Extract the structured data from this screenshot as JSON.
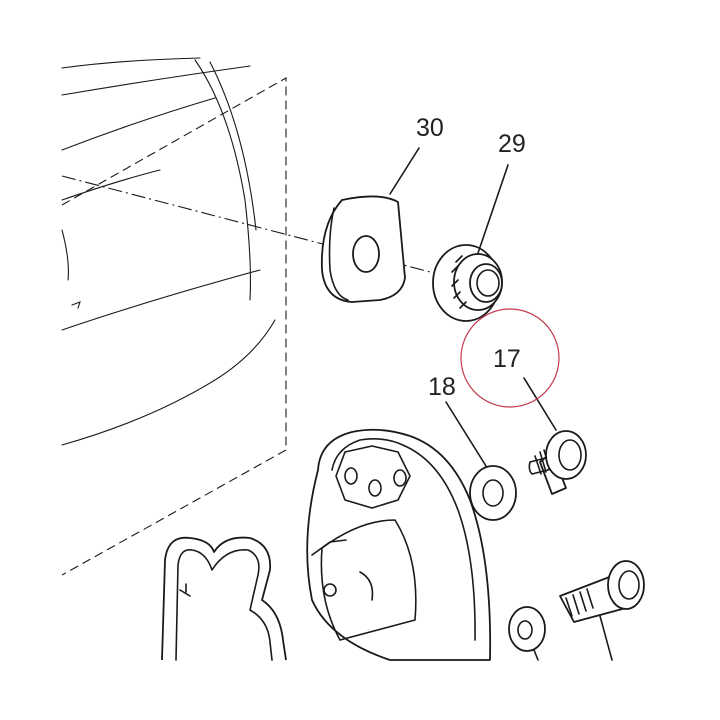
{
  "diagram": {
    "callouts": [
      {
        "id": "30",
        "text": "30"
      },
      {
        "id": "29",
        "text": "29"
      },
      {
        "id": "18",
        "text": "18"
      },
      {
        "id": "17",
        "text": "17"
      }
    ],
    "highlight_color": "#c0394b",
    "line_color": "#1a1a1a"
  }
}
